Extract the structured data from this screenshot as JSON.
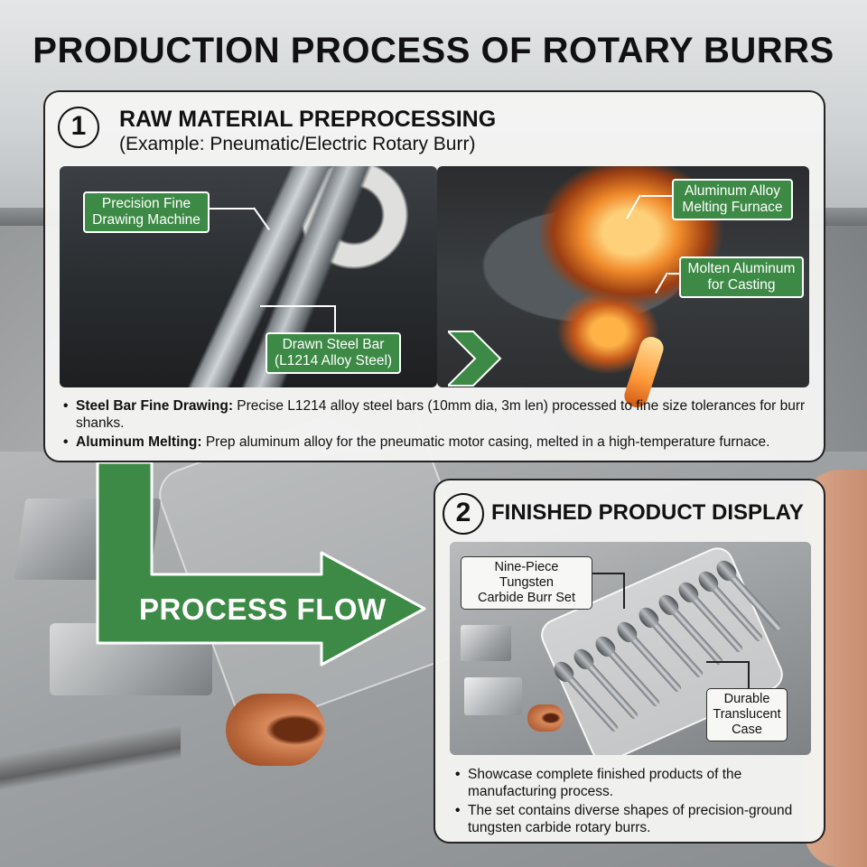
{
  "title": "PRODUCTION PROCESS OF ROTARY BURRS",
  "step1": {
    "number": "1",
    "title": "RAW MATERIAL PREPROCESSING",
    "subtitle": "(Example: Pneumatic/Electric Rotary Burr)",
    "callouts": {
      "drawing_machine": [
        "Precision Fine",
        "Drawing Machine"
      ],
      "steel_bar": [
        "Drawn Steel Bar",
        "(L1214 Alloy Steel)"
      ],
      "furnace": [
        "Aluminum Alloy",
        "Melting Furnace"
      ],
      "molten": [
        "Molten Aluminum",
        "for Casting"
      ]
    },
    "bullets": [
      {
        "label": "Steel Bar Fine Drawing:",
        "text": "Precise L1214 alloy steel bars (10mm dia, 3m len) processed to fine size tolerances for burr shanks."
      },
      {
        "label": "Aluminum Melting:",
        "text": "Prep aluminum alloy for the pneumatic motor casing, melted in a high-temperature furnace."
      }
    ]
  },
  "flow_label": "PROCESS FLOW",
  "step2": {
    "number": "2",
    "title": "FINISHED PRODUCT DISPLAY",
    "callouts": {
      "burr_set": [
        "Nine-Piece Tungsten",
        "Carbide Burr Set"
      ],
      "case": [
        "Durable",
        "Translucent",
        "Case"
      ]
    },
    "bullets": [
      "Showcase complete finished products of the manufacturing process.",
      "The set contains diverse shapes of precision-ground tungsten carbide rotary burrs."
    ]
  },
  "colors": {
    "accent_green": "#3d8a46",
    "panel_bg": "#f4f4f2",
    "text": "#111111"
  }
}
